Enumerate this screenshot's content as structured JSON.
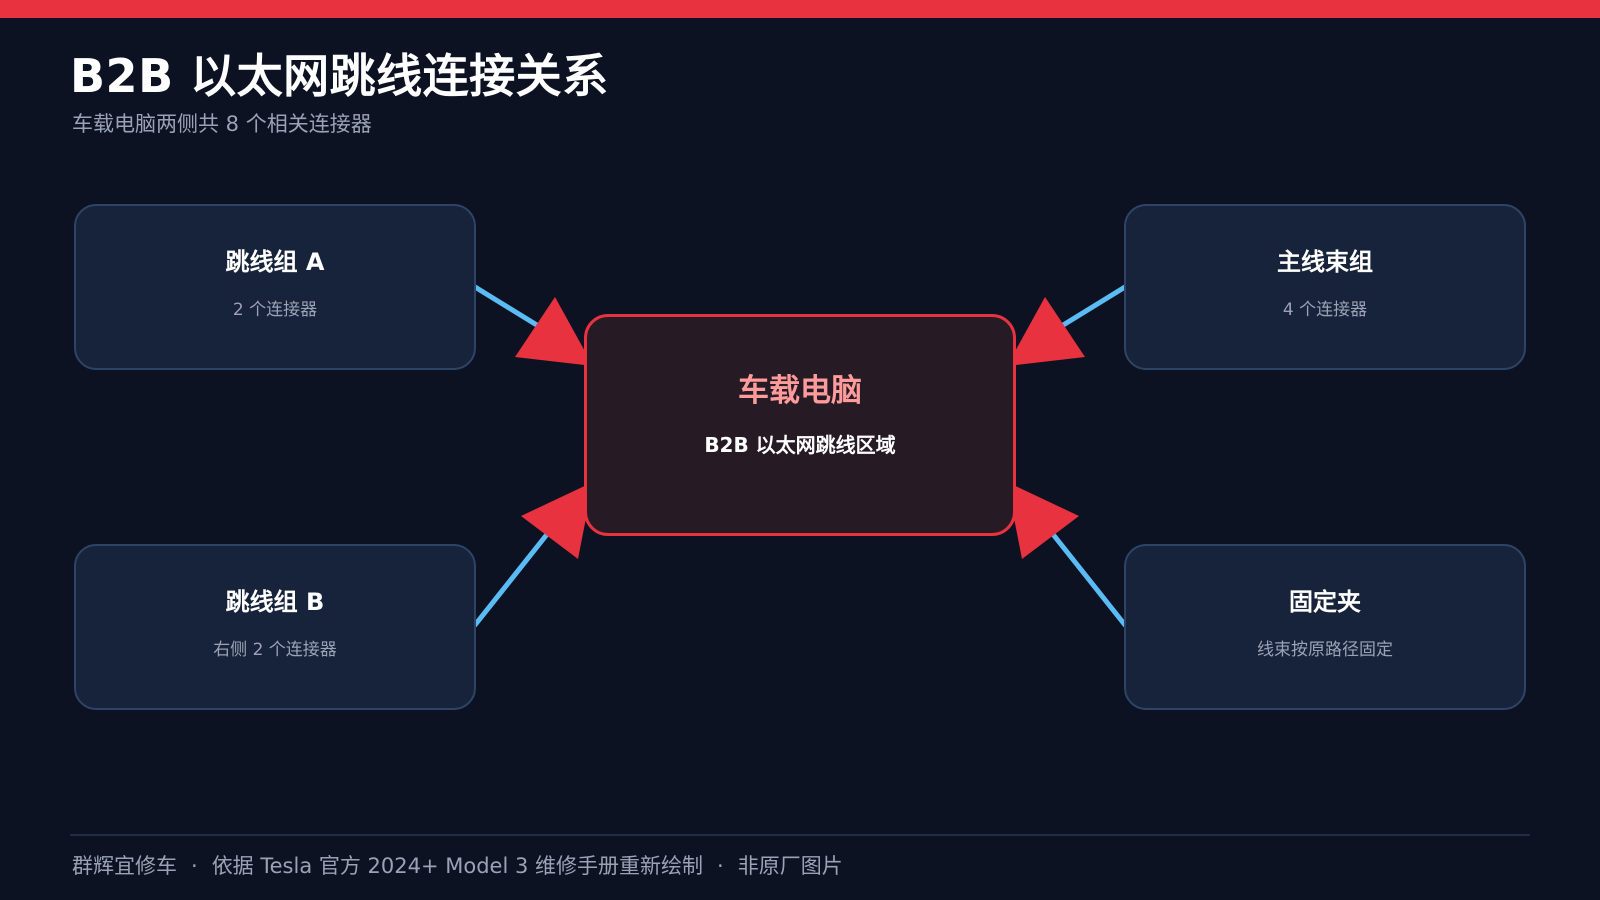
{
  "header": {
    "title": "B2B 以太网跳线连接关系",
    "subtitle": "车载电脑两侧共 8 个相关连接器"
  },
  "center": {
    "title": "车载电脑",
    "desc": "B2B 以太网跳线区域"
  },
  "nodes": [
    {
      "title": "跳线组 A",
      "desc": "2 个连接器"
    },
    {
      "title": "主线束组",
      "desc": "4 个连接器"
    },
    {
      "title": "跳线组 B",
      "desc": "右侧 2 个连接器"
    },
    {
      "title": "固定夹",
      "desc": "线束按原路径固定"
    }
  ],
  "footer": {
    "author": "群辉宜修车",
    "separator": "·",
    "source": "依据 Tesla 官方 2024+ Model 3 维修手册重新绘制",
    "note": "非原厂图片"
  },
  "colors": {
    "background": "#0c1222",
    "accent_red": "#e8323f",
    "connector_blue": "#5bbcf5",
    "node_fill": "#17233a",
    "node_border": "#2e4466",
    "center_fill": "#261a25",
    "center_title": "#ff9b9b"
  }
}
